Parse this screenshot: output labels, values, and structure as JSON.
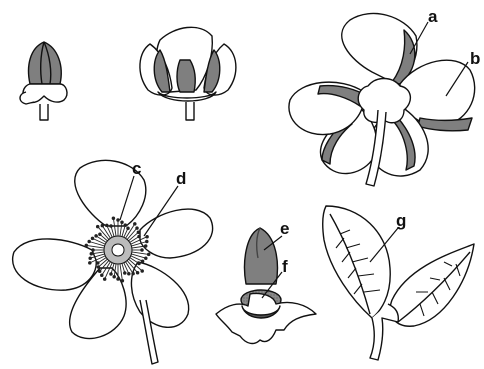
{
  "labels": {
    "a": "a",
    "b": "b",
    "c": "c",
    "d": "d",
    "e": "e",
    "f": "f",
    "g": "g"
  },
  "colors": {
    "stroke": "#111111",
    "petal_fill": "#ffffff",
    "shade": "#7f7f7f",
    "dark_shade": "#5a5a5a",
    "background": "#ffffff"
  },
  "parts": [
    "closed-bud",
    "opening-bud",
    "open-flower-back-view",
    "open-flower-front-view",
    "calyptra-on-calyx",
    "leaf-pair"
  ]
}
